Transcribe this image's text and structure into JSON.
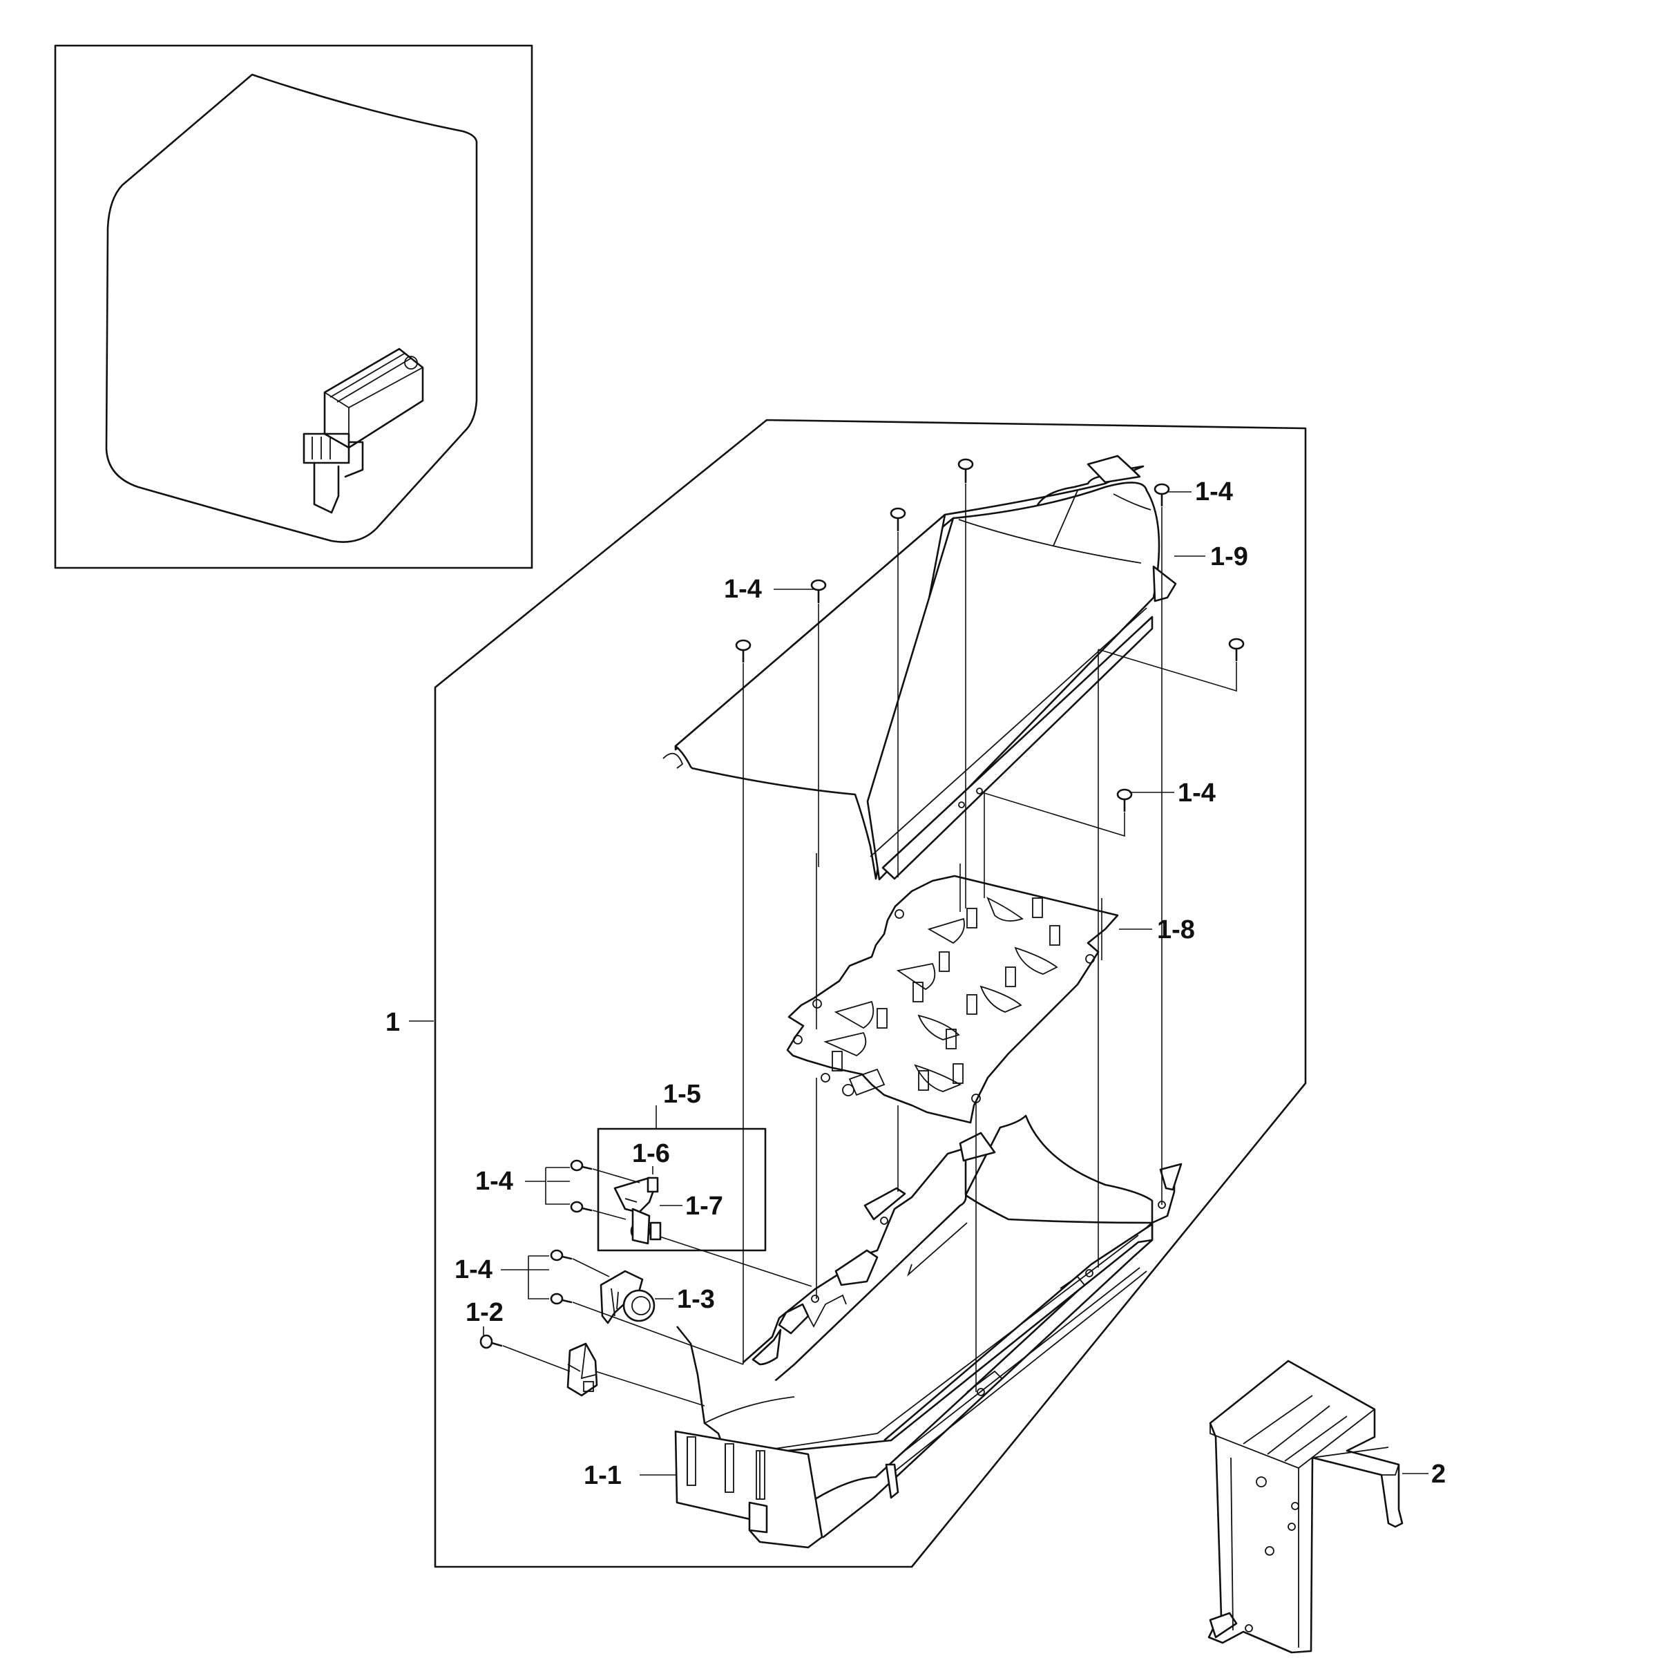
{
  "callouts": {
    "c1": "1",
    "c1_1": "1-1",
    "c1_2": "1-2",
    "c1_3": "1-3",
    "c1_4_top_right": "1-4",
    "c1_4_top_left": "1-4",
    "c1_4_mid_right": "1-4",
    "c1_4_bracket_upper": "1-4",
    "c1_4_bracket_lower": "1-4",
    "c1_5": "1-5",
    "c1_6": "1-6",
    "c1_7": "1-7",
    "c1_8": "1-8",
    "c1_9": "1-9",
    "c2": "2"
  }
}
